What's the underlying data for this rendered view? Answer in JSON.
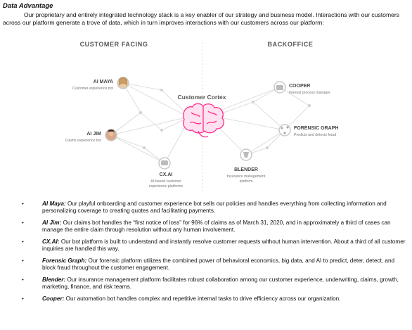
{
  "heading": "Data Advantage",
  "intro": "Our proprietary and entirely integrated technology stack is a key enabler of our strategy and business model. Interactions with our customers across our platform generate a trove of data, which in turn improves interactions with our customers across our platform:",
  "diagram": {
    "left_title": "CUSTOMER FACING",
    "right_title": "BACKOFFICE",
    "center_label": "Customer Cortex",
    "nodes": {
      "aimaya": {
        "name": "AI MAYA",
        "desc": "Customer experience bot",
        "icon": "avatar-woman"
      },
      "aijim": {
        "name": "AI JIM",
        "desc": "Claims experience bot",
        "icon": "avatar-man"
      },
      "cxai": {
        "name": "CX.AI",
        "desc1": "AI-based customer",
        "desc2": "experience platforms",
        "icon": "chat-icon"
      },
      "blender": {
        "name": "BLENDER",
        "desc1": "Insurance management",
        "desc2": "platform",
        "icon": "blender-icon"
      },
      "forensic": {
        "name": "FORENSIC GRAPH",
        "desc": "Predicts and detects fraud",
        "icon": "network-icon"
      },
      "cooper": {
        "name": "COOPER",
        "desc": "Internal process manager",
        "icon": "briefcase-icon"
      }
    },
    "colors": {
      "brain": "#ff2d8e",
      "brain_fill": "#ffe1ef",
      "lines": "#d4d4d4",
      "node_ring": "#c9c9c9"
    }
  },
  "bullets": [
    {
      "name": "AI Maya:",
      "text": "Our playful onboarding and customer experience bot sells our policies and handles everything from collecting information and personalizing coverage to creating quotes and facilitating payments."
    },
    {
      "name": "AI Jim:",
      "text": "Our claims bot handles the “first notice of loss” for 96% of claims as of March 31, 2020, and in approximately a third of cases can manage the entire claim through resolution without any human involvement."
    },
    {
      "name": "CX.AI:",
      "text": "Our bot platform is built to understand and instantly resolve customer requests without human intervention. About a third of all customer inquiries are handled this way."
    },
    {
      "name": "Forensic Graph:",
      "text": "Our forensic platform utilizes the combined power of behavioral economics, big data, and AI to predict, deter, detect, and block fraud throughout the customer engagement."
    },
    {
      "name": "Blender:",
      "text": "Our insurance management platform facilitates robust collaboration among our customer experience, underwriting, claims, growth, marketing, finance, and risk teams."
    },
    {
      "name": "Cooper:",
      "text": "Our automation bot handles complex and repetitive internal tasks to drive efficiency across our organization."
    }
  ]
}
